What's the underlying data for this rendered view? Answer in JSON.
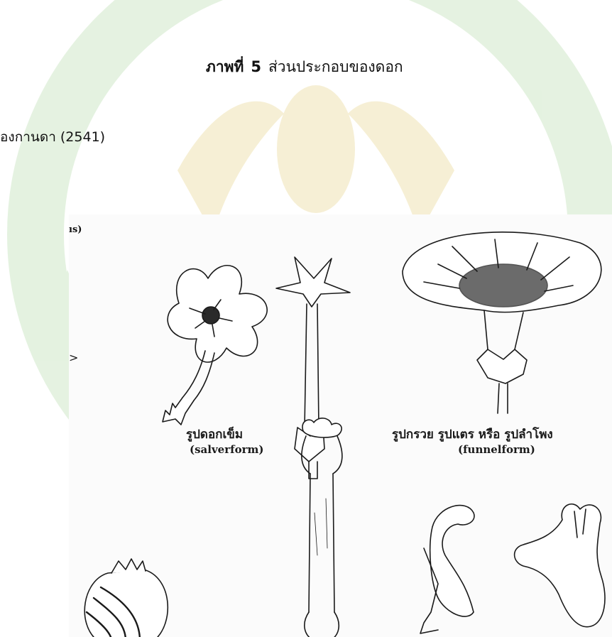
{
  "caption": {
    "label": "ภาพที่",
    "number": "5",
    "text": "ส่วนประกอบของดอก"
  },
  "source": {
    "text": "องกานดา (2541)"
  },
  "figure": {
    "corner_fragment": "ıs)",
    "side_fragment": ">",
    "salverform": {
      "thai": "รูปดอกเข็ม",
      "english": "(salverform)"
    },
    "funnelform": {
      "thai": "รูปกรวย รูปแตร หรือ รูปลำโพง",
      "english": "(funnelform)"
    }
  },
  "colors": {
    "watermark": "#cfe8c8",
    "watermark_accent": "#efe3b3",
    "ink": "#1a1a1a"
  }
}
